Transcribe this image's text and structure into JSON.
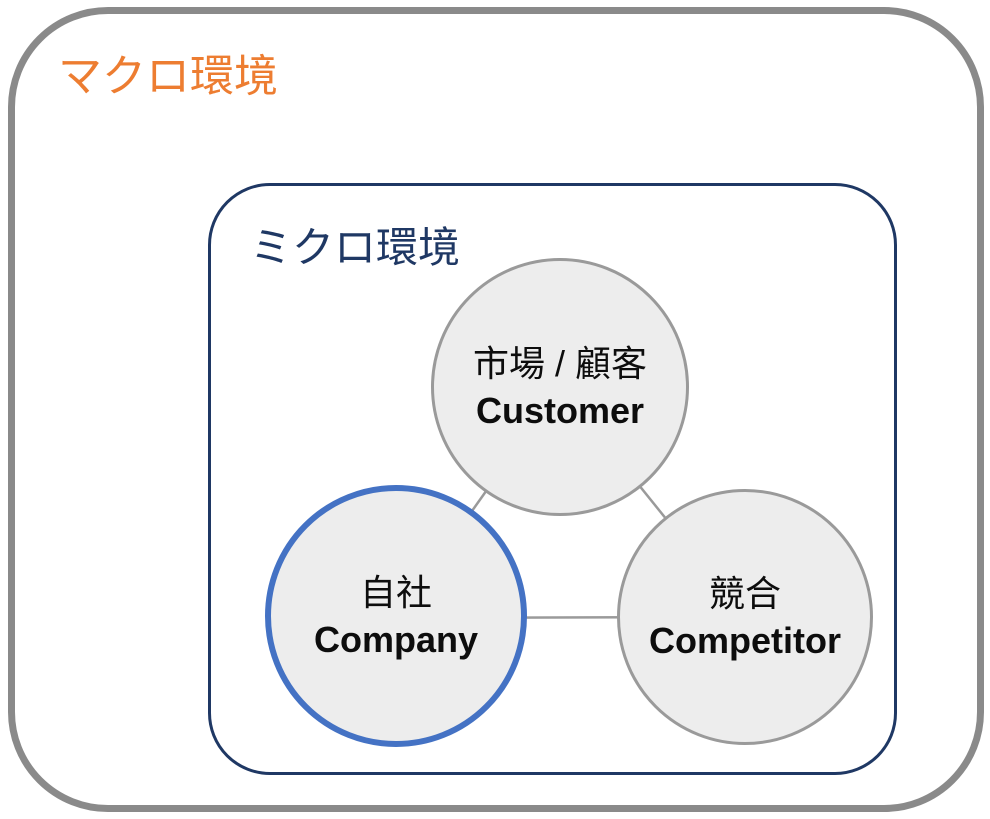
{
  "diagram": {
    "macro": {
      "label": "マクロ環境"
    },
    "micro": {
      "label": "ミクロ環境"
    },
    "nodes": [
      {
        "id": "customer",
        "jp": "市場 / 顧客",
        "en": "Customer"
      },
      {
        "id": "company",
        "jp": "自社",
        "en": "Company"
      },
      {
        "id": "competitor",
        "jp": "競合",
        "en": "Competitor"
      }
    ],
    "connectors": [
      {
        "from": "customer",
        "to": "company"
      },
      {
        "from": "customer",
        "to": "competitor"
      },
      {
        "from": "company",
        "to": "competitor"
      }
    ],
    "colors": {
      "macro_border": "#8a8a8a",
      "macro_label": "#ED7D31",
      "micro_border": "#1F3864",
      "micro_label": "#1F3864",
      "node_fill": "#ededed",
      "node_border": "#9a9a9a",
      "company_border": "#4472C4",
      "connector": "#9a9a9a",
      "node_text": "#0d0d0d"
    }
  }
}
